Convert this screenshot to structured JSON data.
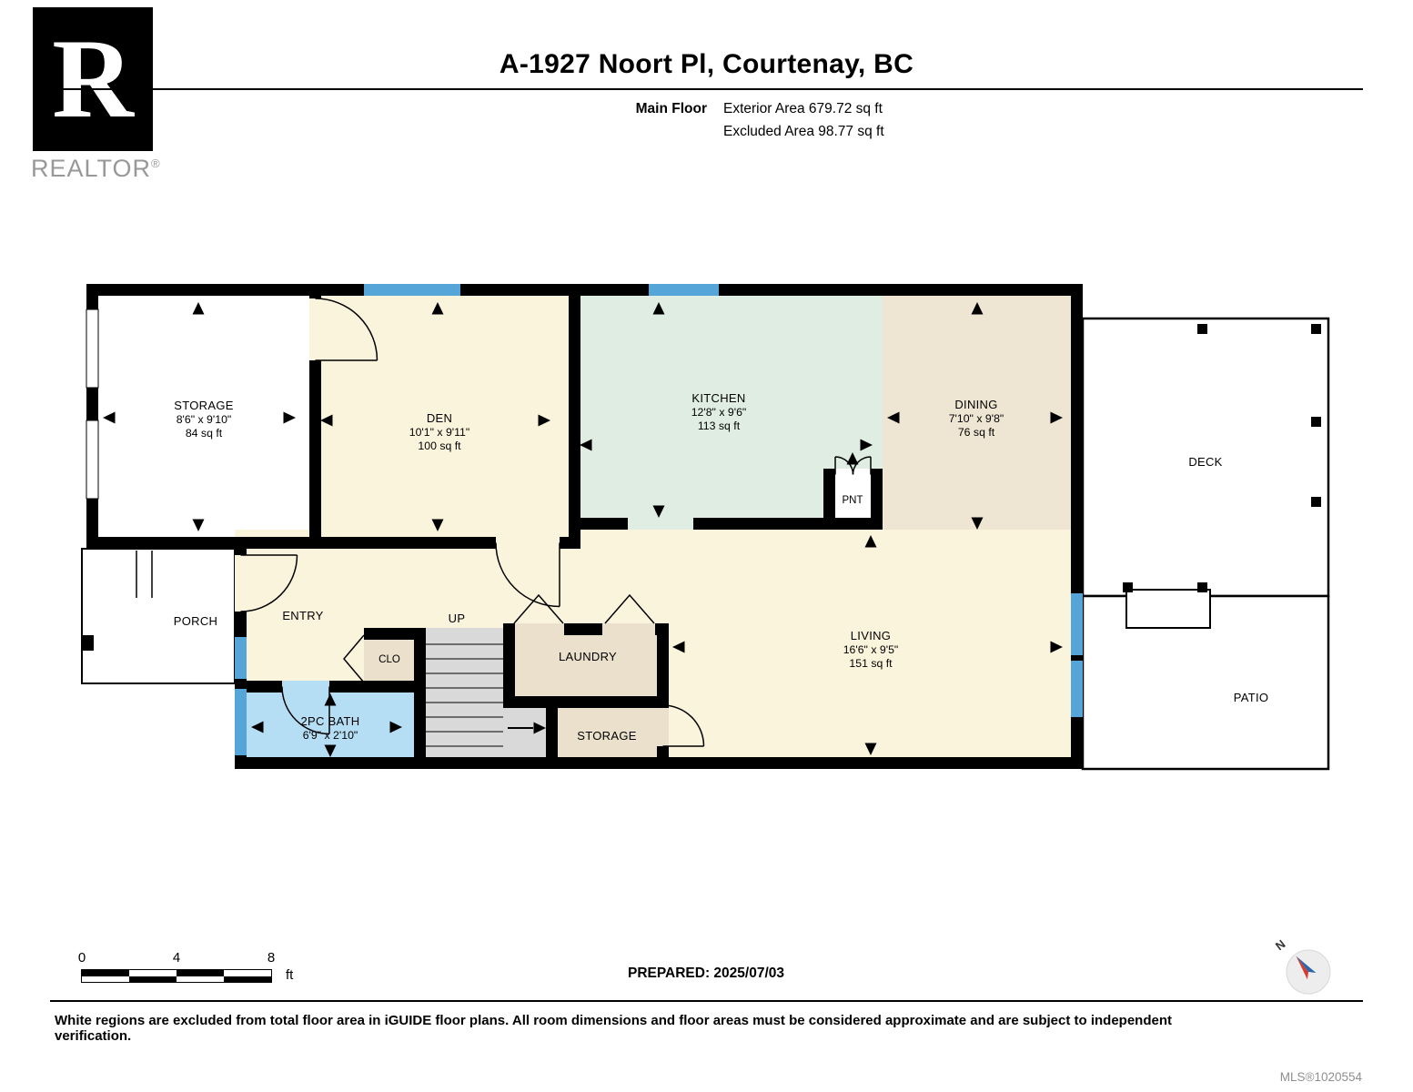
{
  "header": {
    "title": "A-1927 Noort Pl, Courtenay, BC",
    "logo": {
      "letter": "R",
      "brand": "REALTOR",
      "reg": "®"
    },
    "floor_label": "Main Floor",
    "exterior_area": "Exterior Area 679.72 sq ft",
    "excluded_area": "Excluded Area 98.77 sq ft"
  },
  "rooms": {
    "storage_main": {
      "name": "STORAGE",
      "dims": "8'6\" x 9'10\"",
      "area": "84 sq ft"
    },
    "den": {
      "name": "DEN",
      "dims": "10'1\" x 9'11\"",
      "area": "100 sq ft"
    },
    "kitchen": {
      "name": "KITCHEN",
      "dims": "12'8\" x 9'6\"",
      "area": "113 sq ft"
    },
    "dining": {
      "name": "DINING",
      "dims": "7'10\" x 9'8\"",
      "area": "76 sq ft"
    },
    "pantry": {
      "name": "PNT"
    },
    "deck": {
      "name": "DECK"
    },
    "patio": {
      "name": "PATIO"
    },
    "porch": {
      "name": "PORCH"
    },
    "entry": {
      "name": "ENTRY"
    },
    "stairs": {
      "name": "UP"
    },
    "closet": {
      "name": "CLO"
    },
    "laundry": {
      "name": "LAUNDRY"
    },
    "storage_small": {
      "name": "STORAGE"
    },
    "living": {
      "name": "LIVING",
      "dims": "16'6\" x 9'5\"",
      "area": "151 sq ft"
    },
    "bath": {
      "name": "2PC BATH",
      "dims": "6'9\" x 2'10\""
    }
  },
  "footer": {
    "scale_ticks": [
      "0",
      "4",
      "8"
    ],
    "scale_unit": "ft",
    "prepared": "PREPARED: 2025/07/03",
    "compass_north": "N",
    "disclaimer": "White regions are excluded from total floor area in iGUIDE floor plans. All room dimensions and floor areas must be considered approximate and are subject to independent verification.",
    "mls": "MLS®1020554"
  },
  "colors": {
    "room_cream": "#FBF4DC",
    "room_mint": "#DFEDE2",
    "room_tan": "#EFE5D3",
    "room_tan_dark": "#EAE0CC",
    "room_blue": "#B5DEF4",
    "window_blue": "#55A5D8",
    "stairs_gray": "#D9D9D9",
    "wall_black": "#000000"
  }
}
